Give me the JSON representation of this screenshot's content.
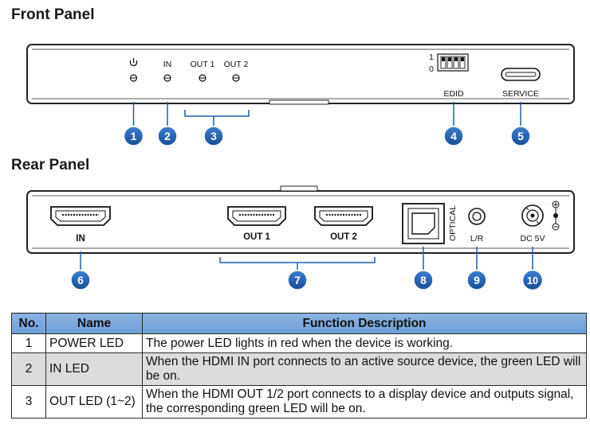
{
  "front_panel": {
    "title": "Front Panel",
    "power_symbol": "power-icon",
    "leds": [
      "IN",
      "OUT 1",
      "OUT 2"
    ],
    "dip_levels": [
      "1",
      "0"
    ],
    "edid_label": "EDID",
    "service_label": "SERVICE",
    "callouts": [
      "1",
      "2",
      "3",
      "4",
      "5"
    ]
  },
  "rear_panel": {
    "title": "Rear Panel",
    "in_label": "IN",
    "out1_label": "OUT 1",
    "out2_label": "OUT 2",
    "optical_label": "OPTICAL",
    "lr_label": "L/R",
    "dc_label": "DC 5V",
    "callouts": [
      "6",
      "7",
      "8",
      "9",
      "10"
    ]
  },
  "colors": {
    "badge": "#1f5fae",
    "header": "#8db3e2"
  },
  "table": {
    "headers": [
      "No.",
      "Name",
      "Function Description"
    ],
    "rows": [
      {
        "no": "1",
        "name": "POWER LED",
        "desc": "The power LED lights in red when the device is working."
      },
      {
        "no": "2",
        "name": "IN LED",
        "desc": "When the HDMI IN port connects to an active source device, the green LED will be on."
      },
      {
        "no": "3",
        "name": "OUT LED (1~2)",
        "desc": "When the HDMI OUT 1/2 port connects to a display device and outputs signal, the corresponding green LED will be on."
      }
    ]
  }
}
